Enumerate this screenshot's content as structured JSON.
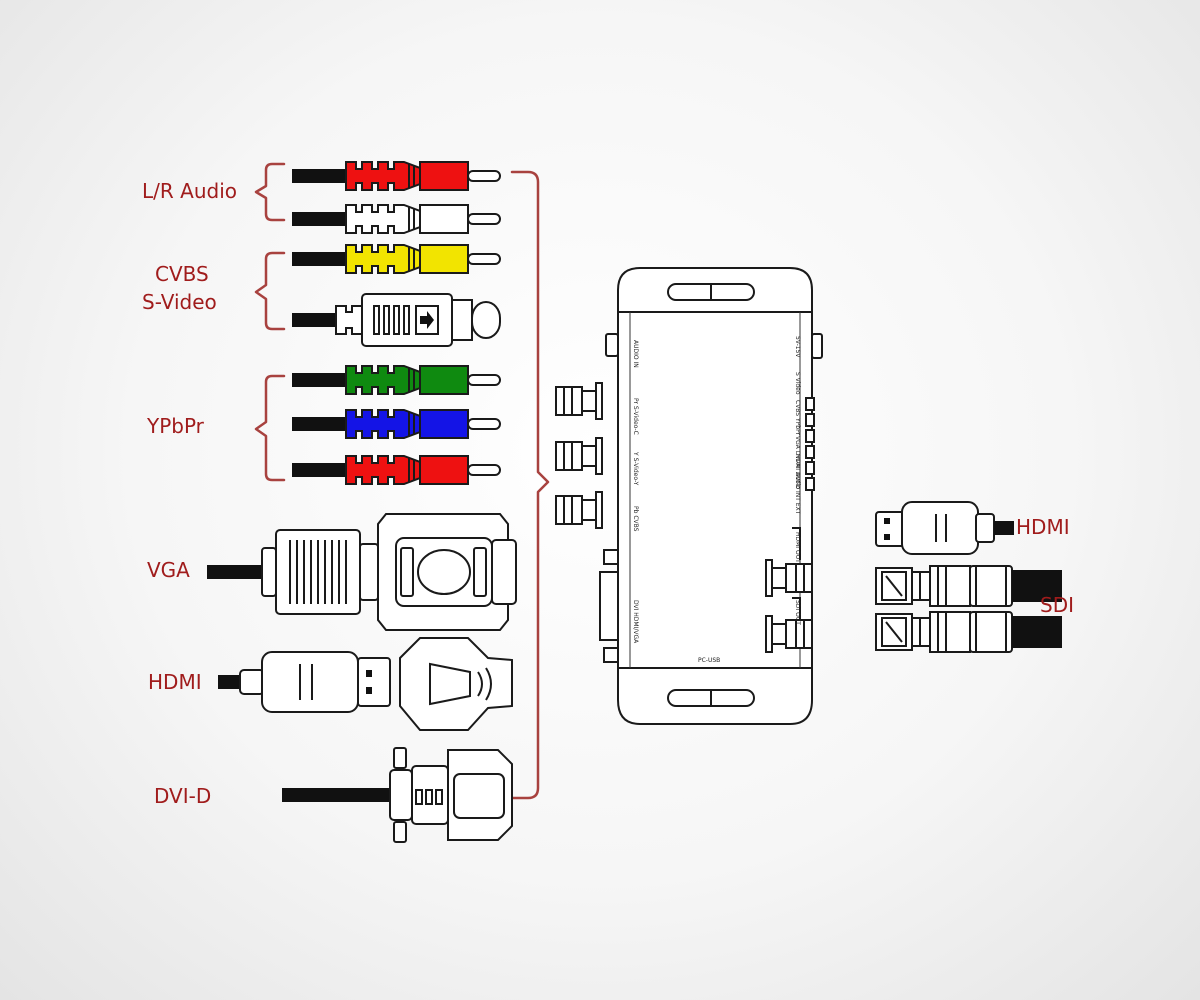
{
  "labels": {
    "lr_audio": "L/R Audio",
    "cvbs": "CVBS",
    "svideo": "S-Video",
    "ypbpr": "YPbPr",
    "vga": "VGA",
    "hdmi_in": "HDMI",
    "dvid": "DVI-D",
    "hdmi_out": "HDMI",
    "sdi": "SDI"
  },
  "device": {
    "audio_in": "AUDIO IN",
    "pr_svideo_c": "Pr S-Video-C",
    "y_svideo_y": "Y S-Video-Y",
    "pb_cvbs": "Pb CVBS",
    "dvi_hdmi_vga": "DVI HDMI/VGA",
    "pc_usb": "PC-USB",
    "hdmi_out": "HDMI OUT",
    "sdi_out": "SDI OUT",
    "power": "5V-15V",
    "s_video": "S Video",
    "cvbs": "CVBS",
    "ypbpr": "YPbPr",
    "vga_dvia": "VGA DVI-A",
    "hdmi_dvid": "HDMI DVI-D",
    "audio_int_ext": "Audio INT EXT"
  },
  "colors": {
    "label_red": "#a01c1c",
    "bracket": "#a8423f",
    "rca_red": "#ee1111",
    "rca_white": "#ffffff",
    "rca_yellow": "#f2e400",
    "rca_green": "#0f8a10",
    "rca_blue": "#1414e6",
    "cable": "#111111"
  }
}
